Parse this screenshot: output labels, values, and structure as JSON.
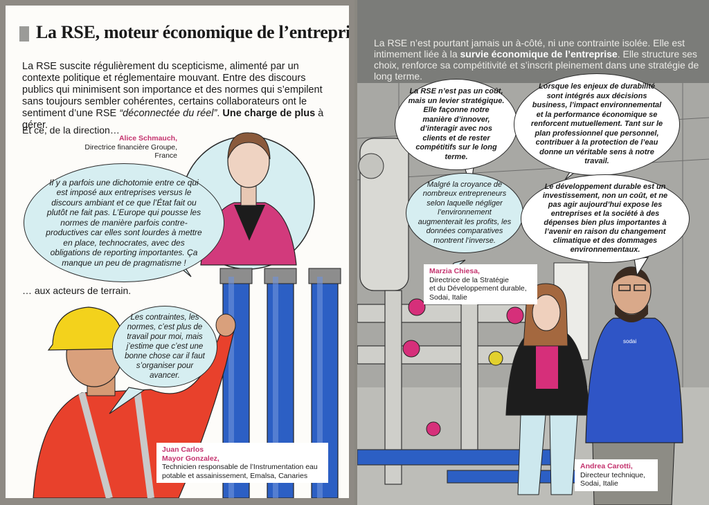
{
  "left": {
    "title": "La RSE, moteur économique de l’entreprise",
    "intro": {
      "part1": "La RSE suscite régulièrement du scepticisme, alimenté par un contexte politique et réglementaire mouvant. Entre des discours publics qui minimisent son importance et des normes qui s’empilent sans toujours sembler cohérentes, certains collaborateurs ont le sentiment d’une RSE ",
      "quote": "“déconnectée du réel”",
      "part2": ". ",
      "bold": "Une charge de plus",
      "part3": " à gérer."
    },
    "lead1": "Et ce, de la direction…",
    "lead2": "… aux acteurs de terrain.",
    "person1": {
      "name": "Alice Schmauch,",
      "role1": "Directrice financière Groupe,",
      "role2": "France"
    },
    "quote1": "Il y a parfois une dichotomie entre ce qui est imposé aux entreprises versus le discours ambiant et ce que l’État fait ou plutôt ne fait pas. L’Europe qui pousse les normes de manière parfois contre-productives car elles sont lourdes à mettre en place, technocrates, avec des obligations de reporting importantes. Ça manque un peu de pragmatisme !",
    "quote2": "Les contraintes, les normes, c’est plus de travail pour moi, mais j’estime que c’est une bonne chose car il faut s’organiser pour avancer.",
    "person2": {
      "name1": "Juan Carlos",
      "name2": "Mayor Gonzalez,",
      "role1": "Technicien responsable de l’Instrumentation eau",
      "role2": "potable et assainissement, Emalsa, Canaries"
    }
  },
  "right": {
    "intro": {
      "part1": "La RSE n’est pourtant jamais un à-côté, ni une contrainte isolée. Elle est intimement liée à la ",
      "bold": "survie économique de l’entreprise",
      "part2": ". Elle structure ses choix, renforce sa compétitivité et s’inscrit pleinement dans une stratégie de long terme."
    },
    "quote1": "La RSE n’est pas un coût, mais un levier stratégique. Elle façonne notre manière d’innover, d’interagir avec nos clients et de rester compétitifs sur le long terme.",
    "quote2": "Lorsque les enjeux de durabilité sont intégrés aux décisions business, l’impact environnemental et la performance économique se renforcent mutuellement. Tant sur le plan professionnel que personnel, contribuer à la protection de l’eau donne un véritable sens à notre travail.",
    "quote3": "Malgré la croyance de nombreux entrepreneurs selon laquelle négliger l’environnement augmenterait les profits, les données comparatives montrent l’inverse.",
    "quote4": "Le développement durable est un investissement, non un coût, et ne pas agir aujourd’hui expose les entreprises et la société à des dépenses bien plus importantes à l’avenir en raison du changement climatique et des dommages environnementaux.",
    "person1": {
      "name": "Marzia Chiesa,",
      "role1": "Directrice de la Stratégie",
      "role2": "et du Développement durable,",
      "role3": "Sodai, Italie"
    },
    "person2": {
      "name": "Andrea Carotti,",
      "role1": "Directeur technique,",
      "role2": "Sodai, Italie"
    },
    "shirt_logo": "sodai"
  },
  "colors": {
    "bubble": "#d6eef1",
    "name_accent": "#c4336e",
    "pipe_blue": "#2c5fc4"
  }
}
